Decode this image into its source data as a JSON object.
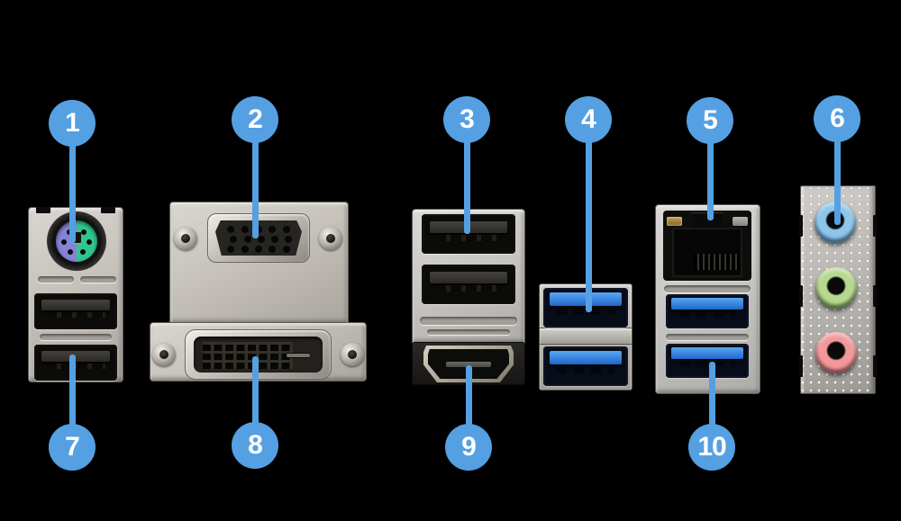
{
  "figure": {
    "type": "motherboard-rear-io-callout-diagram",
    "background": "#000000"
  },
  "callouts": [
    {
      "label": "1",
      "port": "ps2-combo-port"
    },
    {
      "label": "2",
      "port": "vga-port"
    },
    {
      "label": "3",
      "port": "usb2-port-top"
    },
    {
      "label": "4",
      "port": "usb3-port-pair"
    },
    {
      "label": "5",
      "port": "lan-port"
    },
    {
      "label": "6",
      "port": "audio-jacks"
    },
    {
      "label": "7",
      "port": "usb2-port-bottom"
    },
    {
      "label": "8",
      "port": "dvi-d-port"
    },
    {
      "label": "9",
      "port": "hdmi-port"
    },
    {
      "label": "10",
      "port": "usb3-port-bottom"
    }
  ],
  "colors": {
    "callout_blue": "#55a0e2",
    "ps2_purple": "#8583d6",
    "ps2_green": "#2fc690",
    "usb3_blue": "#2f86e0",
    "audio_line_in_blue": "#8ec6ea",
    "audio_line_out_green": "#b5d98e",
    "audio_mic_pink": "#f2989a",
    "lan_led_amber": "#c9a352"
  }
}
